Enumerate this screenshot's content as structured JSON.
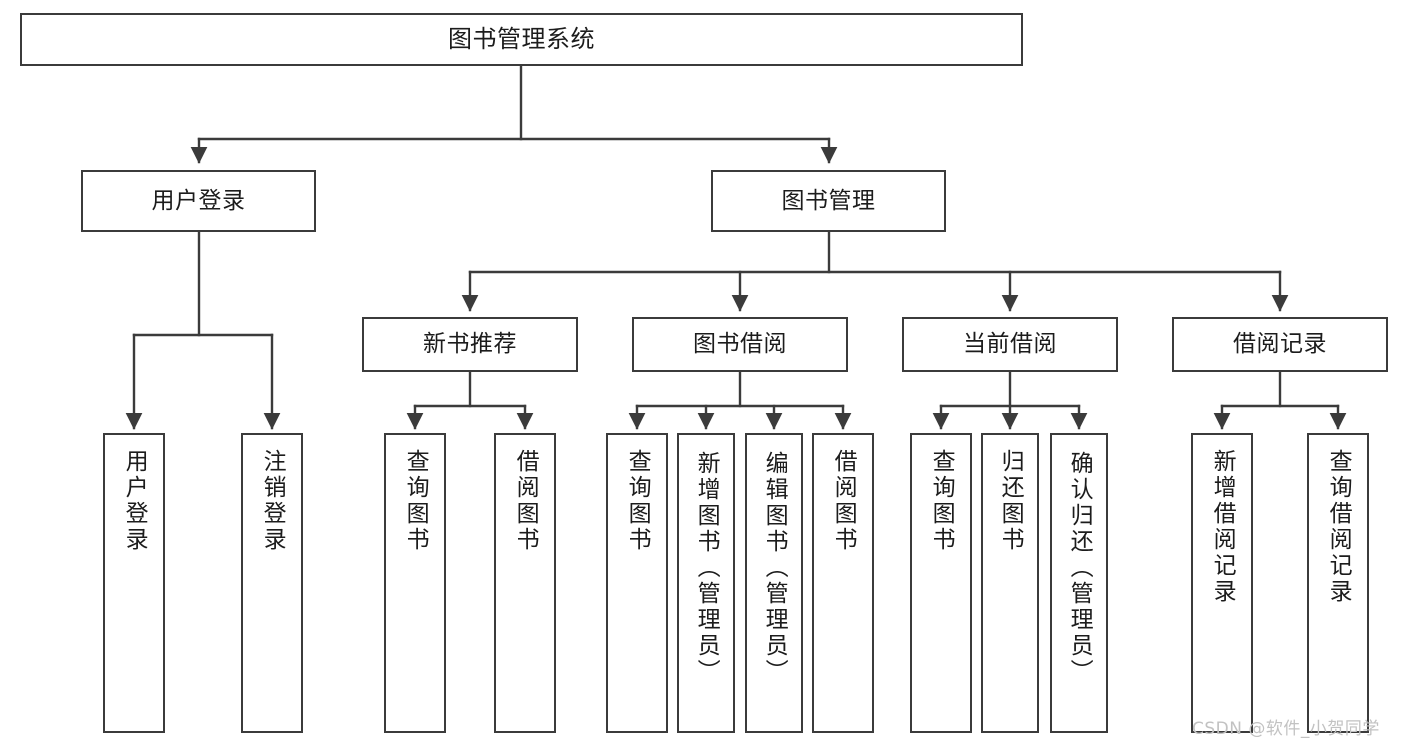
{
  "diagram": {
    "title": "图书管理系统",
    "type": "tree",
    "stroke_color": "#3b3b3b",
    "background_color": "#ffffff",
    "text_color": "#1c1c1c",
    "nodes": {
      "root": {
        "label": "图书管理系统",
        "level": 1,
        "orientation": "horizontal"
      },
      "l2_user_login": {
        "label": "用户登录",
        "level": 2,
        "orientation": "horizontal"
      },
      "l2_book_manage": {
        "label": "图书管理",
        "level": 2,
        "orientation": "horizontal"
      },
      "l3_new_book_rec": {
        "label": "新书推荐",
        "level": 3,
        "orientation": "horizontal"
      },
      "l3_book_borrow": {
        "label": "图书借阅",
        "level": 3,
        "orientation": "horizontal"
      },
      "l3_current_borrow": {
        "label": "当前借阅",
        "level": 3,
        "orientation": "horizontal"
      },
      "l3_borrow_record": {
        "label": "借阅记录",
        "level": 3,
        "orientation": "horizontal"
      },
      "leaf_user_login": {
        "label": "用户登录",
        "level": 4,
        "orientation": "vertical",
        "parent": "用户登录"
      },
      "leaf_logout": {
        "label": "注销登录",
        "level": 4,
        "orientation": "vertical",
        "parent": "用户登录"
      },
      "leaf_query_book_1": {
        "label": "查询图书",
        "level": 4,
        "orientation": "vertical",
        "parent": "新书推荐"
      },
      "leaf_borrow_book_1": {
        "label": "借阅图书",
        "level": 4,
        "orientation": "vertical",
        "parent": "新书推荐"
      },
      "leaf_query_book_2": {
        "label": "查询图书",
        "level": 4,
        "orientation": "vertical",
        "parent": "图书借阅"
      },
      "leaf_add_book": {
        "label": "新增图书（管理员）",
        "level": 4,
        "orientation": "vertical",
        "parent": "图书借阅"
      },
      "leaf_edit_book": {
        "label": "编辑图书（管理员）",
        "level": 4,
        "orientation": "vertical",
        "parent": "图书借阅"
      },
      "leaf_borrow_book_2": {
        "label": "借阅图书",
        "level": 4,
        "orientation": "vertical",
        "parent": "图书借阅"
      },
      "leaf_query_book_3": {
        "label": "查询图书",
        "level": 4,
        "orientation": "vertical",
        "parent": "当前借阅"
      },
      "leaf_return_book": {
        "label": "归还图书",
        "level": 4,
        "orientation": "vertical",
        "parent": "当前借阅"
      },
      "leaf_confirm_return": {
        "label": "确认归还（管理员）",
        "level": 4,
        "orientation": "vertical",
        "parent": "当前借阅"
      },
      "leaf_add_record": {
        "label": "新增借阅记录",
        "level": 4,
        "orientation": "vertical",
        "parent": "借阅记录"
      },
      "leaf_query_record": {
        "label": "查询借阅记录",
        "level": 4,
        "orientation": "vertical",
        "parent": "借阅记录"
      }
    }
  },
  "watermark": {
    "text": "CSDN @软件_小贺同学",
    "color": "#c2c2c2"
  }
}
